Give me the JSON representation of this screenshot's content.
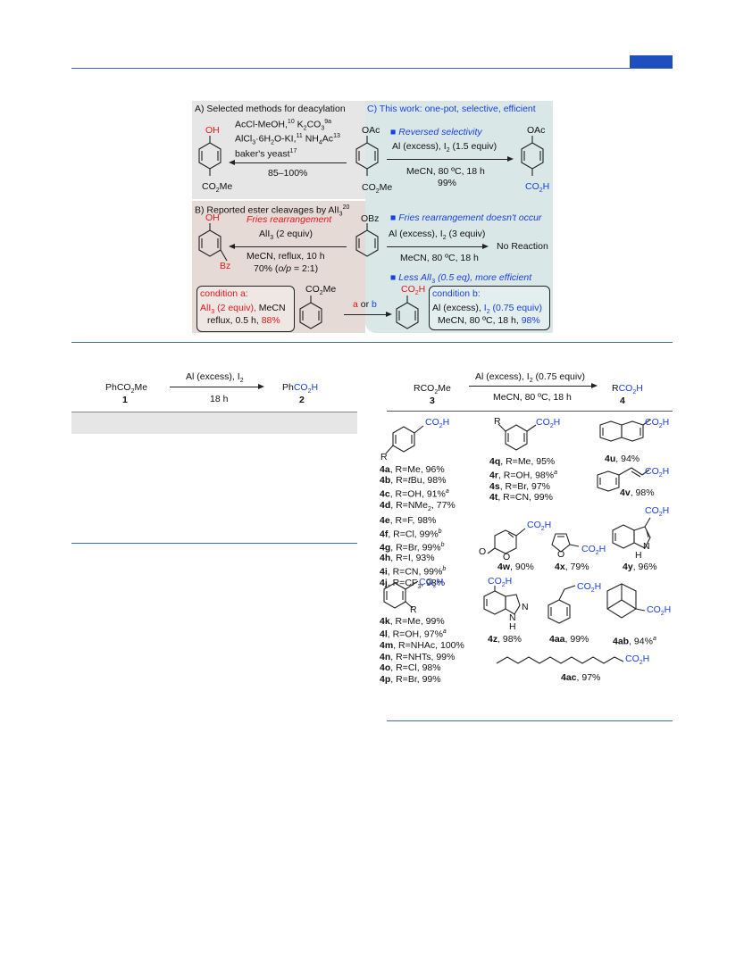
{
  "header": {
    "badge_color": "#1f4fbf",
    "rule_color": "#3f68b8"
  },
  "scheme": {
    "panelA": {
      "title": "A) Selected methods for deacylation",
      "line1": "AcCl-MeOH,",
      "ref1": "10",
      "line1b": "K",
      "line1c": "CO",
      "line1d": "9a",
      "line2": "AlCl",
      "line2b": "·6H",
      "line2c": "O-KI,",
      "ref2": "11",
      "line2d": "NH",
      "line2e": "Ac",
      "ref3": "13",
      "line3": "baker's yeast",
      "ref4": "17",
      "yield": "85–100%",
      "reactant_sub": "OAc",
      "reactant_sub2": "CO",
      "reactant_sub2b": "Me",
      "product_sub": "OH",
      "product_sub2": "CO",
      "product_sub2b": "Me"
    },
    "panelB": {
      "title": "B) Reported ester cleavages by AlI",
      "ref": "20",
      "fries": "Fries rearrangement",
      "reagent": "AlI",
      "reagent_b": "(2 equiv)",
      "cond": "MeCN, reflux, 10 h",
      "yield": "70% (",
      "ratio_ital": "o/p",
      "ratio": " = 2:1)",
      "product_oh": "OH",
      "product_bz": "Bz",
      "reactant": "OBz"
    },
    "panelC": {
      "title": "C) This work: one-pot, selective, efficient",
      "bullet1": "Reversed selectivity",
      "bullet1_reagent": "Al (excess), I",
      "bullet1_reagent_b": "(1.5 equiv)",
      "bullet1_cond": "MeCN, 80 ºC, 18 h",
      "bullet1_yield": "99%",
      "bullet2": "Fries rearrangement doesn't occur",
      "bullet2_reagent": "Al (excess), I",
      "bullet2_reagent_b": "(3 equiv)",
      "bullet2_cond": "MeCN, 80 ºC, 18 h",
      "bullet2_result": "No Reaction",
      "bullet3": "Less AlI",
      "bullet3_b": "(0.5 eq), more efficient",
      "product_sub": "OAc",
      "product_acid": "CO",
      "product_acid_b": "H"
    },
    "conditionA": {
      "label": "condition a:",
      "reagent_red": "AlI",
      "reagent_red_b": "(2 equiv),",
      "reagent_black": "MeCN",
      "cond": "reflux, 0.5 h,",
      "yield": "88%"
    },
    "conditionB": {
      "label": "condition b:",
      "reagent": "Al (excess),",
      "reagent_blue": "I",
      "reagent_blue_b": "(0.75 equiv)",
      "cond": "MeCN, 80 ºC, 18 h,",
      "yield": "98%"
    },
    "center": {
      "ester": "CO",
      "ester_b": "Me",
      "a": "a",
      "or": "or",
      "b": "b",
      "acid": "CO",
      "acid_b": "H"
    }
  },
  "table1": {
    "reagent": "Al (excess), I",
    "time": "18 h",
    "reactant": "PhCO",
    "reactant_b": "Me",
    "reactant_num": "1",
    "product": "Ph",
    "product_acid": "CO",
    "product_acid_b": "H",
    "product_num": "2"
  },
  "table2": {
    "reactant": "RCO",
    "reactant_b": "Me",
    "reactant_num": "3",
    "reagent": "Al (excess), I",
    "reagent_b": "(0.75 equiv)",
    "cond": "MeCN, 80 ºC, 18 h",
    "product": "R",
    "product_acid": "CO",
    "product_acid_b": "H",
    "product_num": "4",
    "col1_para": [
      {
        "id": "4a",
        "text": ", R=Me, 96%"
      },
      {
        "id": "4b",
        "text": ", R=",
        "ital": "t",
        "rest": "Bu, 98%"
      },
      {
        "id": "4c",
        "text": ", R=OH, 91%",
        "sup": "a"
      },
      {
        "id": "4d",
        "text": ", R=NMe",
        "sub": "2",
        "rest": ", 77%"
      },
      {
        "id": "4e",
        "text": ", R=F, 98%"
      },
      {
        "id": "4f",
        "text": ", R=Cl, 99%",
        "sup": "b"
      },
      {
        "id": "4g",
        "text": ", R=Br, 99%",
        "sup": "b"
      },
      {
        "id": "4h",
        "text": ", R=I, 93%"
      },
      {
        "id": "4i",
        "text": ", R=CN, 99%",
        "sup": "b"
      },
      {
        "id": "4j",
        "text": ", R=CF",
        "sub": "3",
        "rest": ", 98%"
      }
    ],
    "col1_ortho": [
      {
        "id": "4k",
        "text": ", R=Me, 99%"
      },
      {
        "id": "4l",
        "text": ", R=OH, 97%",
        "sup": "a"
      },
      {
        "id": "4m",
        "text": ", R=NHAc, 100%"
      },
      {
        "id": "4n",
        "text": ", R=NHTs, 99%"
      },
      {
        "id": "4o",
        "text": ", R=Cl, 98%"
      },
      {
        "id": "4p",
        "text": ", R=Br, 99%"
      }
    ],
    "col2_meta": [
      {
        "id": "4q",
        "text": ", R=Me, 95%"
      },
      {
        "id": "4r",
        "text": ", R=OH, 98%",
        "sup": "a"
      },
      {
        "id": "4s",
        "text": ", R=Br, 97%"
      },
      {
        "id": "4t",
        "text": ", R=CN, 99%"
      }
    ],
    "others": {
      "u": {
        "id": "4u",
        "text": ", 94%"
      },
      "v": {
        "id": "4v",
        "text": ", 98%"
      },
      "w": {
        "id": "4w",
        "text": ", 90%"
      },
      "x": {
        "id": "4x",
        "text": ", 79%"
      },
      "y": {
        "id": "4y",
        "text": ", 96%"
      },
      "z": {
        "id": "4z",
        "text": ", 98%"
      },
      "aa": {
        "id": "4aa",
        "text": ", 99%"
      },
      "ab": {
        "id": "4ab",
        "text": ", 94%",
        "sup": "a"
      },
      "ac": {
        "id": "4ac",
        "text": ", 97%"
      }
    },
    "labels": {
      "R": "R",
      "acid": "CO",
      "acid_b": "H",
      "O": "O",
      "N": "N",
      "H": "H"
    }
  }
}
